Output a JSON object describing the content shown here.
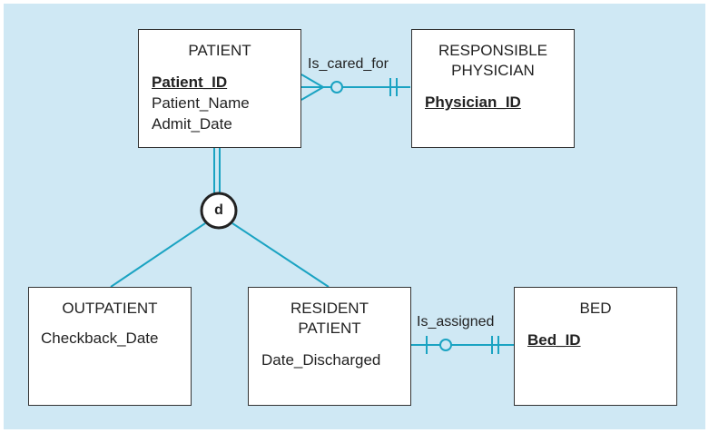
{
  "colors": {
    "background": "#cfe8f4",
    "line": "#1aa3c2",
    "box_border": "#333333"
  },
  "entities": {
    "patient": {
      "name": "PATIENT",
      "pk": "Patient_ID",
      "attrs": [
        "Patient_Name",
        "Admit_Date"
      ]
    },
    "physician": {
      "name_line1": "RESPONSIBLE",
      "name_line2": "PHYSICIAN",
      "pk": "Physician_ID"
    },
    "outpatient": {
      "name": "OUTPATIENT",
      "attr": "Checkback_Date"
    },
    "resident": {
      "name_line1": "RESIDENT",
      "name_line2": "PATIENT",
      "attr": "Date_Discharged"
    },
    "bed": {
      "name": "BED",
      "pk": "Bed_ID"
    }
  },
  "relationships": {
    "cared_for": "Is_cared_for",
    "assigned": "Is_assigned"
  },
  "disjoint_symbol": "d"
}
